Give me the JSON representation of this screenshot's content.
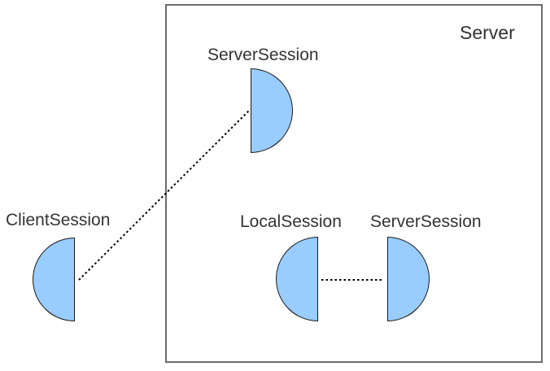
{
  "diagram": {
    "type": "component-diagram",
    "container": {
      "label": "Server"
    },
    "nodes": [
      {
        "id": "server-session-top",
        "label": "ServerSession",
        "shape": "half-circle",
        "flat_side": "left",
        "location": "inside-server"
      },
      {
        "id": "client-session",
        "label": "ClientSession",
        "shape": "half-circle",
        "flat_side": "right",
        "location": "outside-server"
      },
      {
        "id": "local-session",
        "label": "LocalSession",
        "shape": "half-circle",
        "flat_side": "right",
        "location": "inside-server"
      },
      {
        "id": "server-session-bottom",
        "label": "ServerSession",
        "shape": "half-circle",
        "flat_side": "left",
        "location": "inside-server"
      }
    ],
    "connections": [
      {
        "from": "client-session",
        "to": "server-session-top",
        "style": "dotted",
        "crosses_server_boundary": true
      },
      {
        "from": "local-session",
        "to": "server-session-bottom",
        "style": "dotted",
        "crosses_server_boundary": false
      }
    ],
    "colors": {
      "node_fill": "#99CCFF",
      "node_stroke": "#1A1A1A",
      "container_border": "#6B6B6B",
      "text": "#333333",
      "connector": "#000000",
      "background": "#FFFFFF"
    }
  }
}
